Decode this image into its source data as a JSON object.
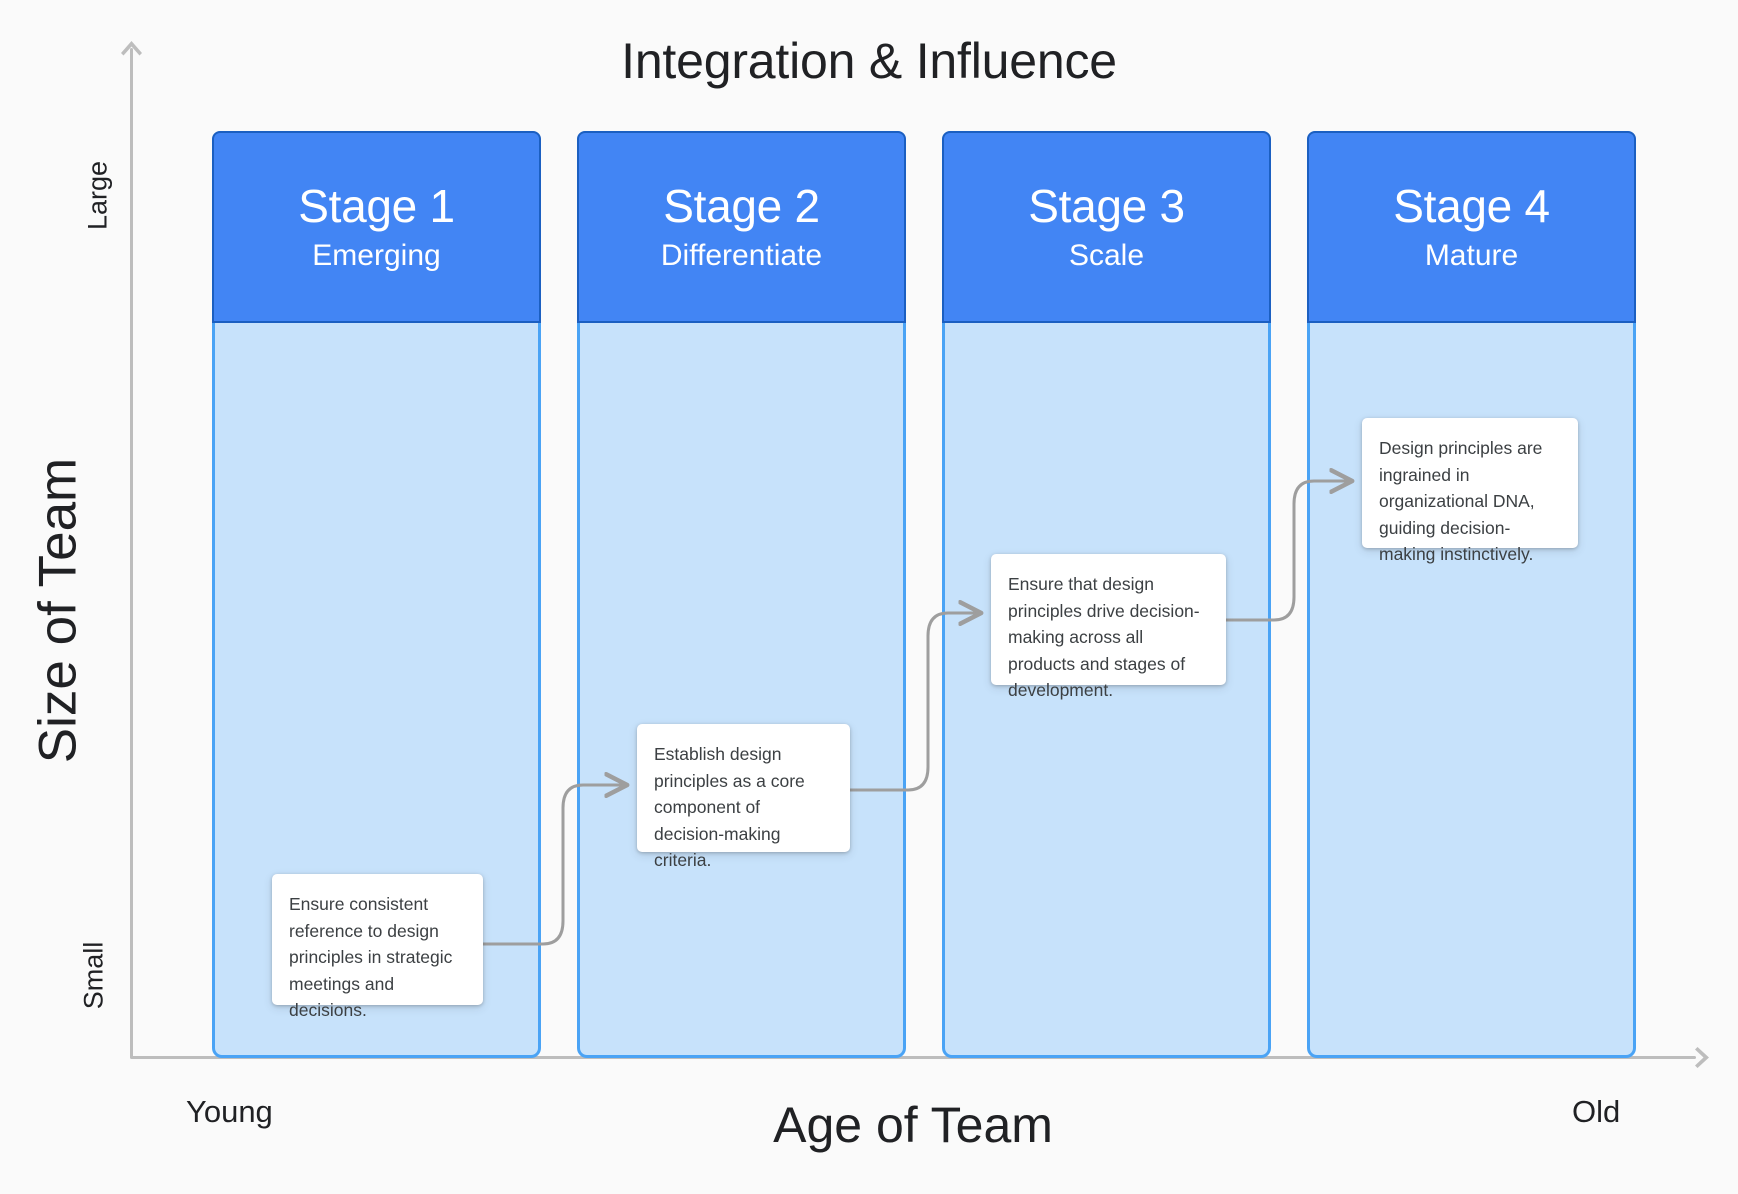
{
  "chart_data": {
    "type": "diagram",
    "title": "Integration & Influence",
    "xlabel": "Age of Team",
    "ylabel": "Size of Team",
    "x_ticks": [
      "Young",
      "Old"
    ],
    "y_ticks": [
      "Large",
      "Small"
    ],
    "grid": false,
    "legend": "none",
    "colors": {
      "header_fill": "#4285f4",
      "header_border": "#1b5fc1",
      "body_fill": "#c7e2fb",
      "body_border": "#4aa3f5",
      "connector": "#9e9e9e",
      "axis": "#bdbdbd",
      "background": "#fafafa",
      "card_background": "#ffffff",
      "text": "#202124"
    },
    "categories": [
      "Stage 1",
      "Stage 2",
      "Stage 3",
      "Stage 4"
    ],
    "stages": [
      {
        "name": "Stage 1",
        "subtitle": "Emerging",
        "note": "Ensure consistent reference to design principles in strategic meetings and decisions.",
        "note_level": "low"
      },
      {
        "name": "Stage 2",
        "subtitle": "Differentiate",
        "note": "Establish design principles as a core component of decision-making criteria.",
        "note_level": "medium-low"
      },
      {
        "name": "Stage 3",
        "subtitle": "Scale",
        "note": "Ensure that design principles drive decision-making across all products and stages of development.",
        "note_level": "medium-high"
      },
      {
        "name": "Stage 4",
        "subtitle": "Mature",
        "note": "Design principles are ingrained in organizational DNA, guiding decision-making instinctively.",
        "note_level": "high"
      }
    ],
    "connectors": [
      {
        "from": "Stage 1",
        "to": "Stage 2"
      },
      {
        "from": "Stage 2",
        "to": "Stage 3"
      },
      {
        "from": "Stage 3",
        "to": "Stage 4"
      }
    ]
  },
  "title": "Integration & Influence",
  "axes": {
    "y_title": "Size of Team",
    "y_top": "Large",
    "y_bottom": "Small",
    "x_title": "Age of Team",
    "x_left": "Young",
    "x_right": "Old"
  },
  "stages": [
    {
      "name": "Stage 1",
      "subtitle": "Emerging",
      "note": "Ensure consistent reference to design principles in strategic meetings and decisions."
    },
    {
      "name": "Stage 2",
      "subtitle": "Differentiate",
      "note": "Establish design principles as a core component of decision-making criteria."
    },
    {
      "name": "Stage 3",
      "subtitle": "Scale",
      "note": "Ensure that design principles drive decision-making across all products and stages of development."
    },
    {
      "name": "Stage 4",
      "subtitle": "Mature",
      "note": "Design principles are ingrained in organizational DNA, guiding decision-making instinctively."
    }
  ]
}
